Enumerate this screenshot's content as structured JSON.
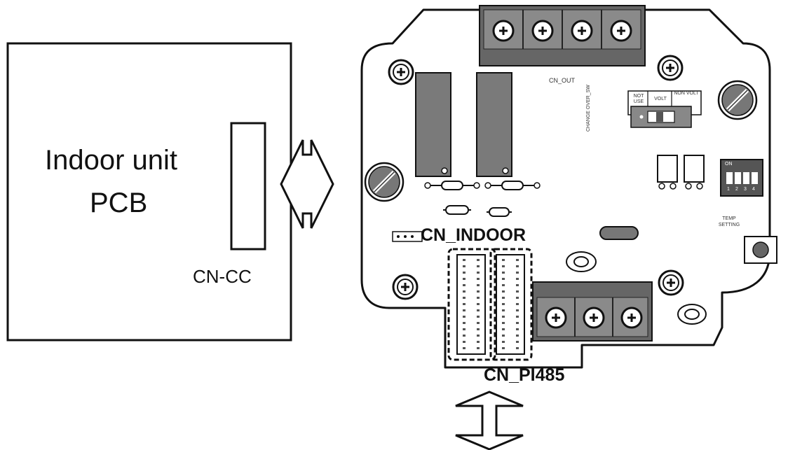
{
  "indoor_pcb": {
    "title_line1": "Indoor unit",
    "title_line2": "PCB",
    "connector_label": "CN-CC"
  },
  "board": {
    "cn_out_label": "CN_OUT",
    "cn_indoor_label": "CN_INDOOR",
    "cn_pi485_label": "CN_PI485",
    "switch_group_label": "CHANGE OVER_SW",
    "switch_positions": [
      "NOT USE",
      "VOLT",
      "NON VOLT"
    ],
    "dip_on_label": "ON",
    "dip_numbers": [
      "1",
      "2",
      "3",
      "4"
    ],
    "temp_setting_label": "TEMP SETTING"
  }
}
